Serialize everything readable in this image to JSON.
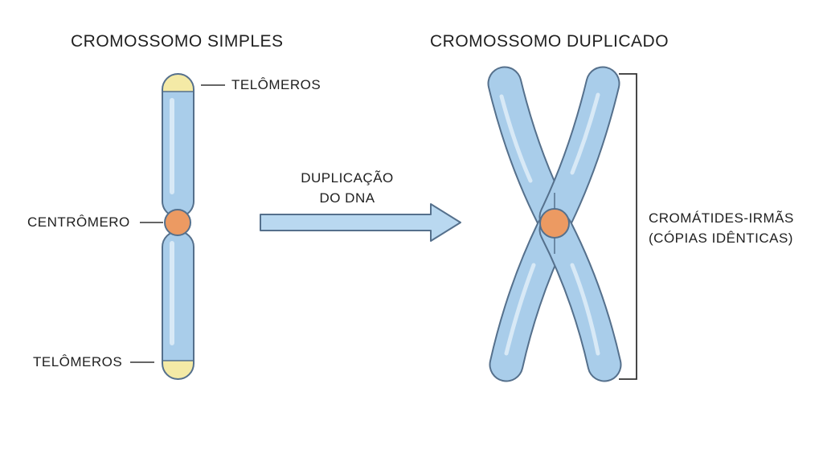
{
  "simple": {
    "title": "CROMOSSOMO SIMPLES",
    "telomere_top": "TELÔMEROS",
    "centromere": "CENTRÔMERO",
    "telomere_bottom": "TELÔMEROS"
  },
  "process": {
    "line1": "DUPLICAÇÃO",
    "line2": "DO DNA"
  },
  "duplicated": {
    "title": "CROMOSSOMO DUPLICADO",
    "chromatids_line1": "CROMÁTIDES-IRMÃS",
    "chromatids_line2": "(CÓPIAS IDÊNTICAS)"
  },
  "colors": {
    "chromosome": "#a9cdea",
    "chromosome_outline": "#55708c",
    "telomere": "#f4eaa6",
    "centromere": "#ec9a62",
    "arrow": "#b9d8f0"
  }
}
